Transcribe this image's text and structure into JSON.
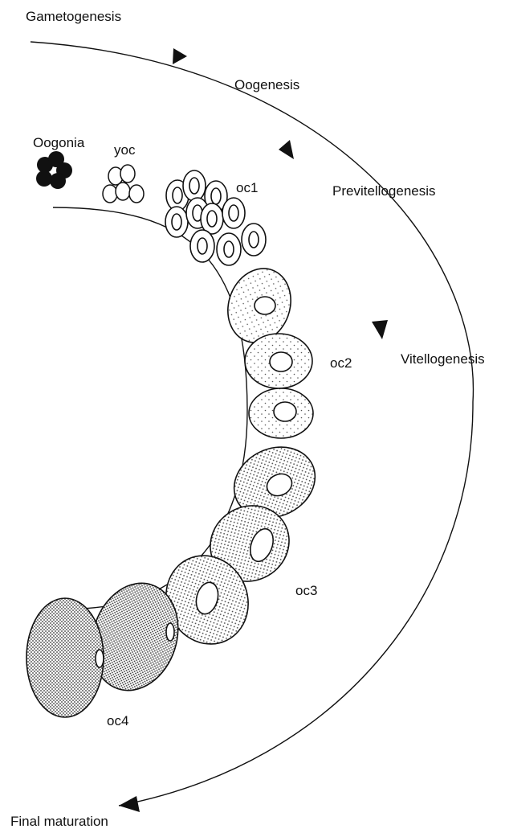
{
  "stages": {
    "gametogenesis": "Gametogenesis",
    "oogenesis": "Oogenesis",
    "previtellogenesis": "Previtellogenesis",
    "vitellogenesis": "Vitellogenesis",
    "final_maturation": "Final maturation"
  },
  "cells": {
    "oogonia": "Oogonia",
    "yoc": "yoc",
    "oc1": "oc1",
    "oc2": "oc2",
    "oc3": "oc3",
    "oc4": "oc4"
  },
  "colors": {
    "line": "#111111",
    "dot_light": "#555555",
    "dot_dense": "#333333",
    "oogonia_fill": "#111111"
  }
}
